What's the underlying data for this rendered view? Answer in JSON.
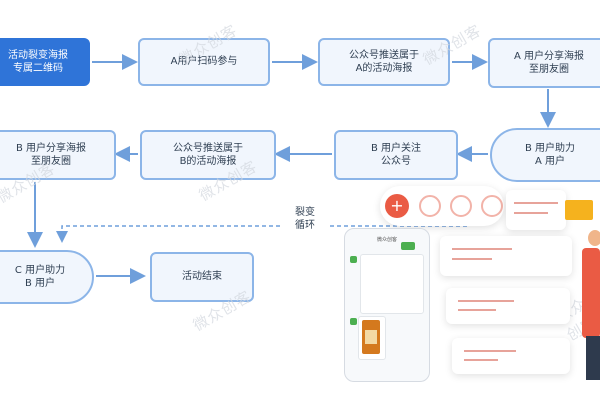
{
  "nodes": {
    "n1": "活动裂变海报\n专属二维码",
    "n2": "A用户扫码参与",
    "n3": "公众号推送属于\nA的活动海报",
    "n4": "A 用户分享海报\n至朋友圈",
    "n5": "B 用户助力\nA 用户",
    "n6": "B 用户关注\n公众号",
    "n7": "公众号推送属于\nB的活动海报",
    "n8": "B 用户分享海报\n至朋友圈",
    "n9": "C 用户助力\nB 用户",
    "n10": "活动结束"
  },
  "loop_label": "裂变\n循环",
  "watermark": "微众创客",
  "phone_title": "微众创客",
  "colors": {
    "primary": "#2f74d8",
    "box_fill": "#f1f6fd",
    "box_border": "#8cb5e8",
    "arrow": "#6f9fdb"
  }
}
